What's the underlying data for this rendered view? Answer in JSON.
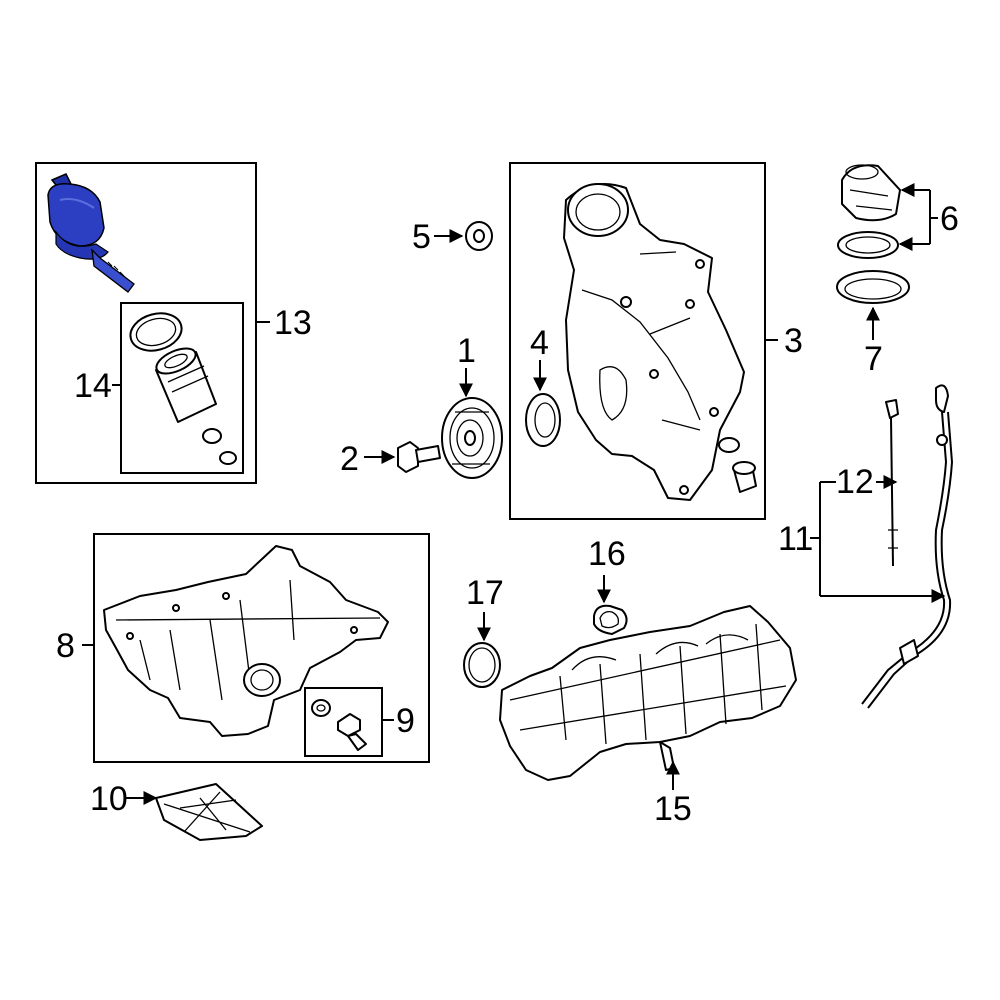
{
  "diagram": {
    "labels": {
      "c1": "1",
      "c2": "2",
      "c3": "3",
      "c4": "4",
      "c5": "5",
      "c6": "6",
      "c7": "7",
      "c8": "8",
      "c9": "9",
      "c10": "10",
      "c11": "11",
      "c12": "12",
      "c13": "13",
      "c14": "14",
      "c15": "15",
      "c16": "16",
      "c17": "17"
    },
    "highlight_color": "#2c3fc2",
    "line_color": "#000000",
    "background": "#ffffff"
  }
}
